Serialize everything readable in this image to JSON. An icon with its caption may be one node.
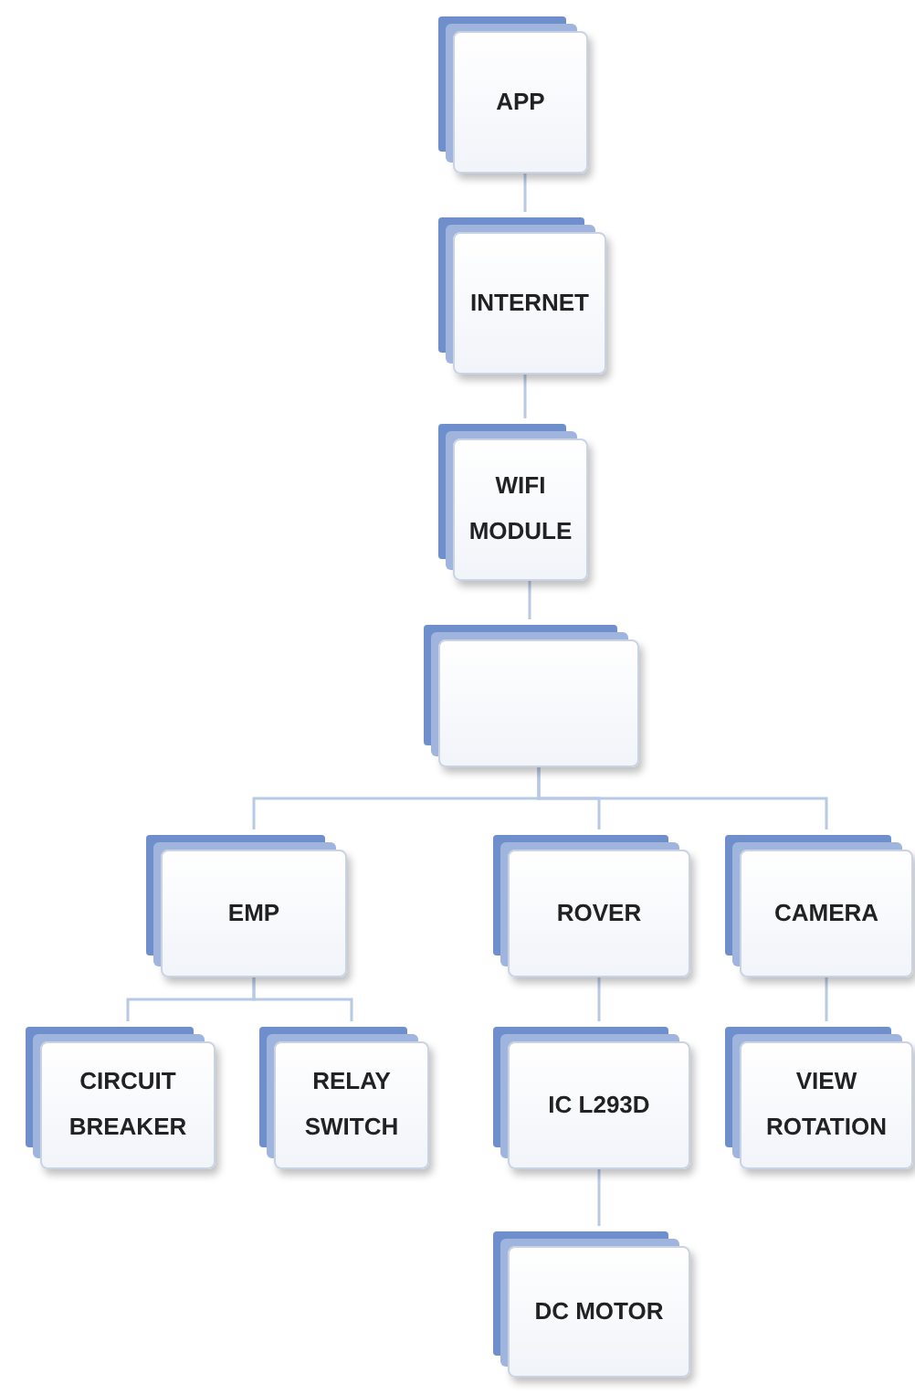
{
  "diagram": {
    "nodes": [
      {
        "text": [
          "APP"
        ]
      },
      {
        "text": [
          "INTERNET"
        ]
      },
      {
        "text": [
          "WIFI MODULE"
        ]
      },
      {
        "text": [],
        "shape": "box"
      },
      {
        "text": [
          "EMP"
        ]
      },
      {
        "text": [
          "ROVER"
        ]
      },
      {
        "text": [
          "CAMERA"
        ]
      },
      {
        "text": [
          "CIRCUIT BREAKER"
        ]
      },
      {
        "text": [
          "RELAY SWITCH"
        ]
      },
      {
        "text": [
          "IC L293D"
        ]
      },
      {
        "text": [
          "VIEW ROTATION"
        ]
      },
      {
        "text": [
          "DC MOTOR"
        ]
      }
    ],
    "edges": [
      {
        "from": 0,
        "to": 1,
        "arrow": "none"
      },
      {
        "from": 1,
        "to": 2,
        "arrow": "none"
      },
      {
        "from": 2,
        "to": 3,
        "arrow": "none"
      },
      {
        "from": 3,
        "to": 4,
        "arrow": "none"
      },
      {
        "from": 3,
        "to": 5,
        "arrow": "none"
      },
      {
        "from": 3,
        "to": 6,
        "arrow": "none"
      },
      {
        "from": 4,
        "to": 7,
        "arrow": "none"
      },
      {
        "from": 4,
        "to": 8,
        "arrow": "none"
      },
      {
        "from": 5,
        "to": 9,
        "arrow": "none"
      },
      {
        "from": 6,
        "to": 10,
        "arrow": "none"
      },
      {
        "from": 9,
        "to": 11,
        "arrow": "none"
      }
    ]
  }
}
